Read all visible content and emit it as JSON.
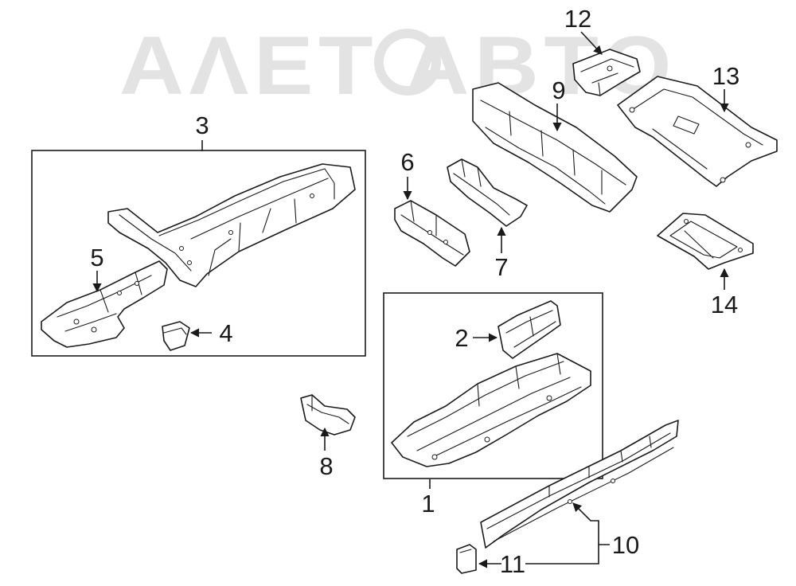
{
  "watermark": {
    "text": "ΑΛΕΤ◎ΑΒΤΟ",
    "description": "faded logo"
  },
  "callouts": {
    "c1": "1",
    "c2": "2",
    "c3": "3",
    "c4": "4",
    "c5": "5",
    "c6": "6",
    "c7": "7",
    "c8": "8",
    "c9": "9",
    "c10": "10",
    "c11": "11",
    "c12": "12",
    "c13": "13",
    "c14": "14"
  },
  "colors": {
    "line": "#1a1a1a",
    "watermark": "#e3e3e3",
    "background": "#ffffff"
  }
}
